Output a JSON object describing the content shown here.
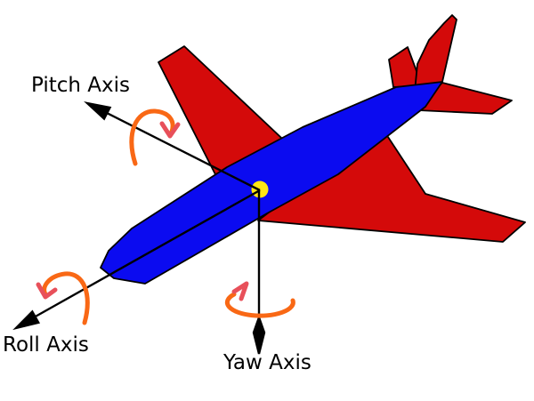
{
  "diagram": {
    "background": "#ffffff",
    "labels": {
      "pitch": "Pitch Axis",
      "roll": "Roll Axis",
      "yaw": "Yaw Axis"
    },
    "colors": {
      "surface_red": "#d40a0a",
      "fuselage_blue": "#0b0bf0",
      "axis_black": "#000000",
      "rotation_orange": "#f96815",
      "rotation_head": "#e8505a",
      "center_yellow": "#ffe613"
    }
  }
}
